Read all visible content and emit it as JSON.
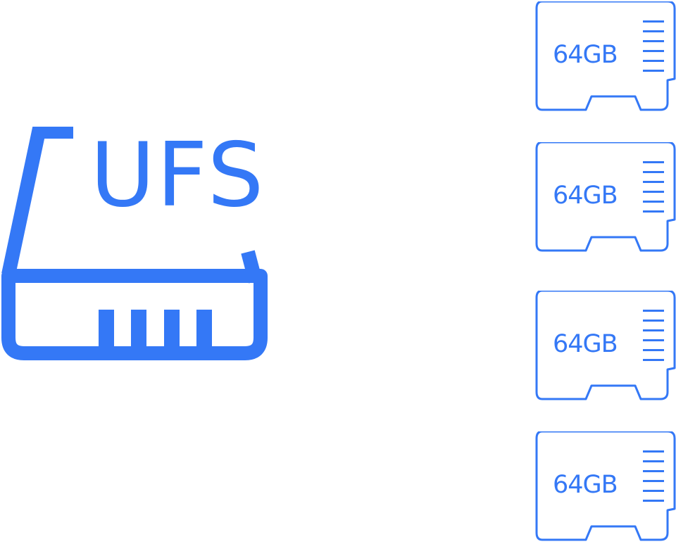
{
  "drive": {
    "label": "UFS",
    "icon": "ssd-drive-icon",
    "color": "#3478f6"
  },
  "cards": [
    {
      "capacity": "64GB",
      "icon": "micro-sd-card-icon"
    },
    {
      "capacity": "64GB",
      "icon": "micro-sd-card-icon"
    },
    {
      "capacity": "64GB",
      "icon": "micro-sd-card-icon"
    },
    {
      "capacity": "64GB",
      "icon": "micro-sd-card-icon"
    }
  ],
  "colors": {
    "accent": "#3478f6",
    "background": "#ffffff"
  }
}
